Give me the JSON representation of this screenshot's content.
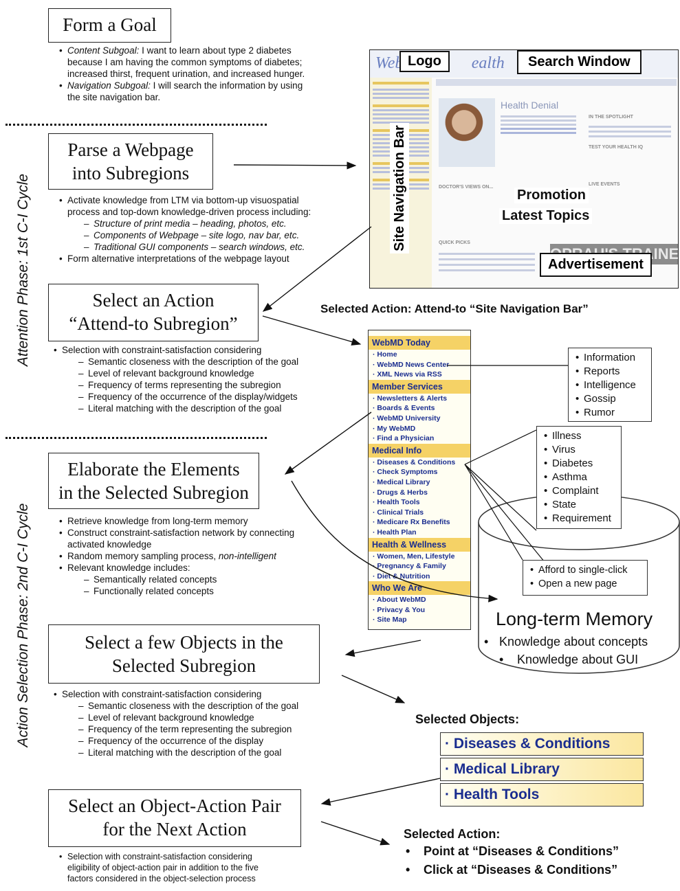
{
  "phases": {
    "attention": "Attention Phase: 1st C-I Cycle",
    "action": "Action Selection Phase: 2nd C-I Cycle"
  },
  "boxes": {
    "form_goal": "Form a Goal",
    "parse": [
      "Parse a Webpage",
      "into Subregions"
    ],
    "select_action": [
      "Select an Action",
      "“Attend-to Subregion”"
    ],
    "elaborate": [
      "Elaborate the Elements",
      "in the Selected Subregion"
    ],
    "select_objects": [
      "Select a few Objects in the",
      "Selected Subregion"
    ],
    "select_pair": [
      "Select an Object-Action Pair",
      "for the Next Action"
    ]
  },
  "form_goal_bullets": {
    "content_label": "Content Subgoal:",
    "content_l1": " I want to learn about type 2 diabetes",
    "content_l2": "because I am having the common symptoms of diabetes;",
    "content_l3": "increased thirst, frequent urination, and increased hunger.",
    "nav_label": "Navigation Subgoal:",
    "nav_l1": " I will search the information by using",
    "nav_l2": "the site navigation bar."
  },
  "parse_bullets": {
    "b1_l1": "Activate knowledge from LTM via bottom-up visuospatial",
    "b1_l2": "process and top-down knowledge-driven process including:",
    "d1": "Structure of print media – heading, photos, etc.",
    "d2": "Components of Webpage – site logo, nav bar,  etc.",
    "d3": "Traditional GUI components – search windows, etc.",
    "b2": "Form alternative interpretations of the webpage layout"
  },
  "select_action_bullets": {
    "b1": "Selection with constraint-satisfaction considering",
    "d1": "Semantic closeness with the description of the goal",
    "d2": "Level of relevant background knowledge",
    "d3": "Frequency of terms representing the subregion",
    "d4": "Frequency of the occurrence of the display/widgets",
    "d5": "Literal matching with the description of the goal"
  },
  "elaborate_bullets": {
    "b1": "Retrieve knowledge from long-term memory",
    "b2_l1": "Construct constraint-satisfaction network by connecting",
    "b2_l2": "activated knowledge",
    "b3_a": "Random memory sampling process, ",
    "b3_b": "non-intelligent",
    "b4": "Relevant knowledge includes:",
    "d1": "Semantically related concepts",
    "d2": "Functionally related concepts"
  },
  "select_objects_bullets": {
    "b1": "Selection with constraint-satisfaction considering",
    "d1": "Semantic closeness with the description of the goal",
    "d2": "Level of relevant background knowledge",
    "d3": "Frequency of the term representing the subregion",
    "d4": "Frequency of the occurrence of the display",
    "d5": "Literal matching with the description of the goal"
  },
  "select_pair_bullets": {
    "l1": "Selection with constraint-satisfaction considering",
    "l2": "eligibility of object-action pair in addition to the five",
    "l3": "factors considered in the object-selection process"
  },
  "screenshot": {
    "brand_a": "WebMD",
    "brand_b": "ealth",
    "logo_label": "Logo",
    "search_label": "Search Window",
    "navbar_label": "Site Navigation Bar",
    "promotion_label": "Promotion",
    "latest_label": "Latest Topics",
    "ad_label": "Advertisement",
    "headline": "Health Denial",
    "banner": "OPRAH'S TRAINER",
    "doctors": "DOCTOR'S VIEWS ON...",
    "quick": "QUICK PICKS",
    "spotlight": "IN THE SPOTLIGHT",
    "test": "TEST YOUR HEALTH IQ",
    "live": "LIVE EVENTS"
  },
  "selected_action_heading": "Selected Action: Attend-to “Site Navigation Bar”",
  "nav_bar": {
    "sections": [
      {
        "title": "WebMD Today",
        "items": [
          "· Home",
          "· WebMD News Center",
          "· XML News via RSS"
        ]
      },
      {
        "title": "Member Services",
        "items": [
          "· Newsletters & Alerts",
          "· Boards & Events",
          "· WebMD University",
          "· My WebMD",
          "· Find a Physician"
        ]
      },
      {
        "title": "Medical Info",
        "items": [
          "· Diseases & Conditions",
          "· Check Symptoms",
          "· Medical Library",
          "· Drugs & Herbs",
          "· Health Tools",
          "· Clinical Trials",
          "· Medicare Rx Benefits",
          "· Health Plan"
        ]
      },
      {
        "title": "Health & Wellness",
        "items": [
          "· Women, Men, Lifestyle",
          "· Pregnancy & Family",
          "· Diet & Nutrition"
        ]
      },
      {
        "title": "Who We Are",
        "items": [
          "· About WebMD",
          "· Privacy & You",
          "· Site Map"
        ]
      }
    ]
  },
  "news_assoc": [
    "Information",
    "Reports",
    "Intelligence",
    "Gossip",
    "Rumor"
  ],
  "disease_assoc": [
    "Illness",
    "Virus",
    "Diabetes",
    "Asthma",
    "Complaint",
    "State",
    "Requirement"
  ],
  "gui_assoc": [
    "Afford to single-click",
    "Open a new page"
  ],
  "ltm": {
    "title": "Long-term Memory",
    "items": [
      "Knowledge about concepts",
      "Knowledge about GUI"
    ]
  },
  "selected_objects": {
    "heading": "Selected Objects:",
    "items": [
      "· Diseases & Conditions",
      "· Medical Library",
      "· Health Tools"
    ]
  },
  "final_action": {
    "heading": "Selected Action:",
    "items": [
      "Point at “Diseases & Conditions”",
      "Click at “Diseases & Conditions”"
    ]
  }
}
